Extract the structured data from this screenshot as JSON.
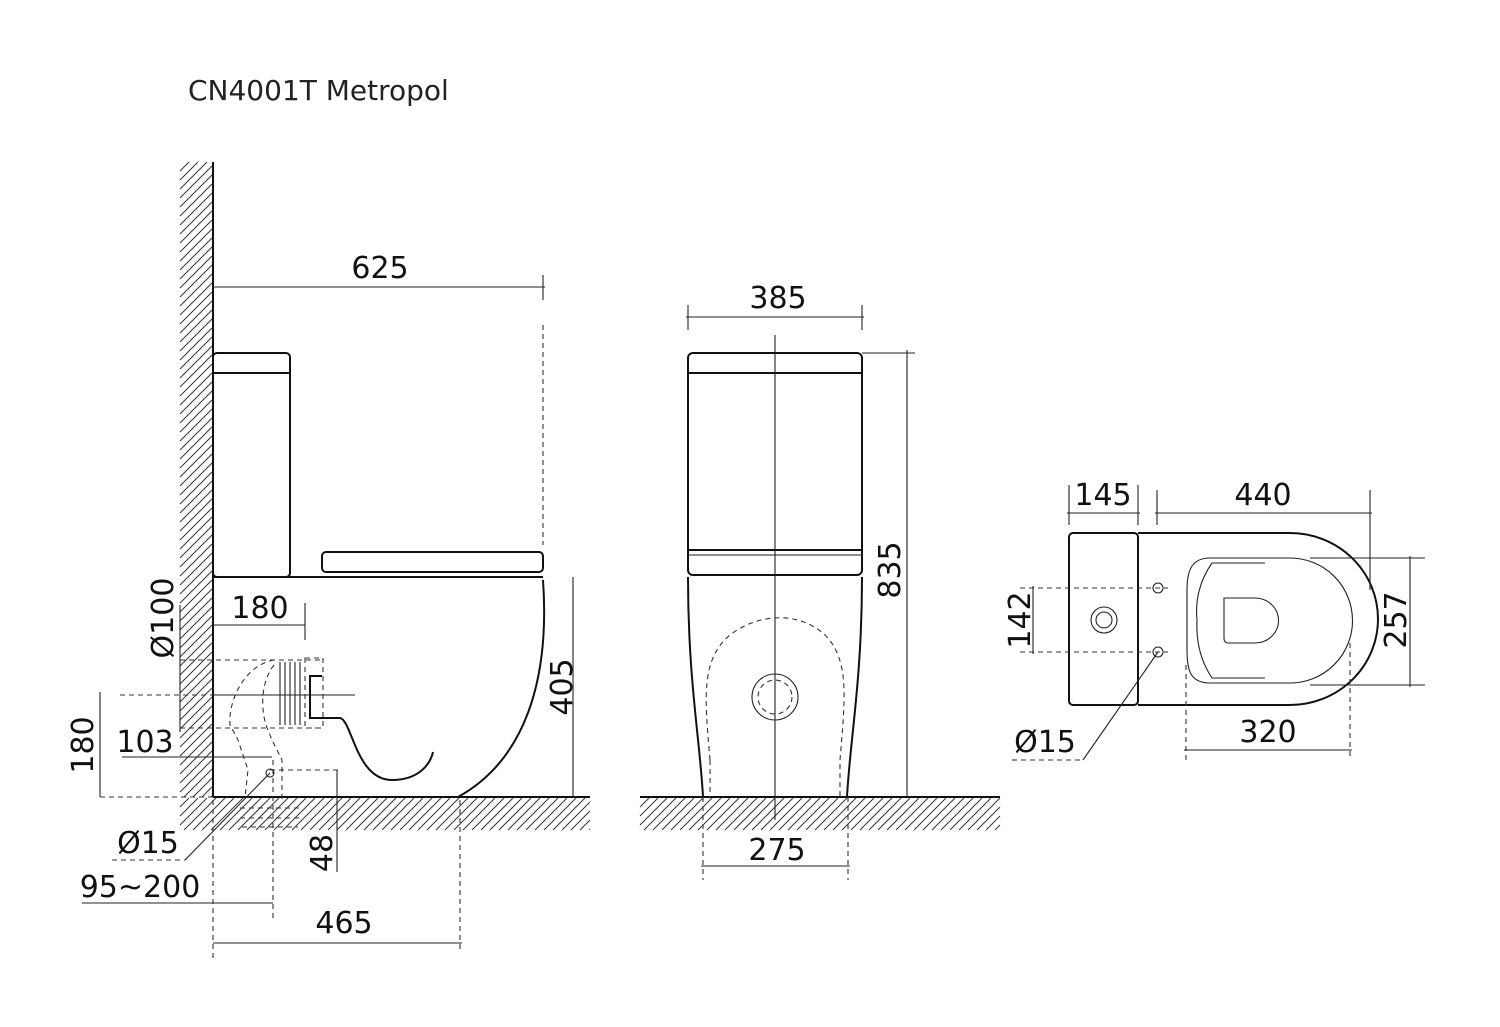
{
  "title": "CN4001T  Metropol",
  "side_view": {
    "dims": {
      "overall_depth": "625",
      "outlet_setback": "180",
      "outlet_diameter": "Ø100",
      "bowl_height": "405",
      "outlet_height": "180",
      "offset_103": "103",
      "inlet_diameter": "Ø15",
      "inlet_height": "48",
      "waste_range": "95~200",
      "base_depth": "465"
    }
  },
  "front_view": {
    "dims": {
      "width": "385",
      "height": "835",
      "base_width": "275"
    }
  },
  "top_view": {
    "dims": {
      "tank_depth": "145",
      "bowl_depth": "440",
      "fixing_spacing": "142",
      "seat_width": "257",
      "seat_length": "320",
      "fixing_diameter": "Ø15"
    }
  }
}
